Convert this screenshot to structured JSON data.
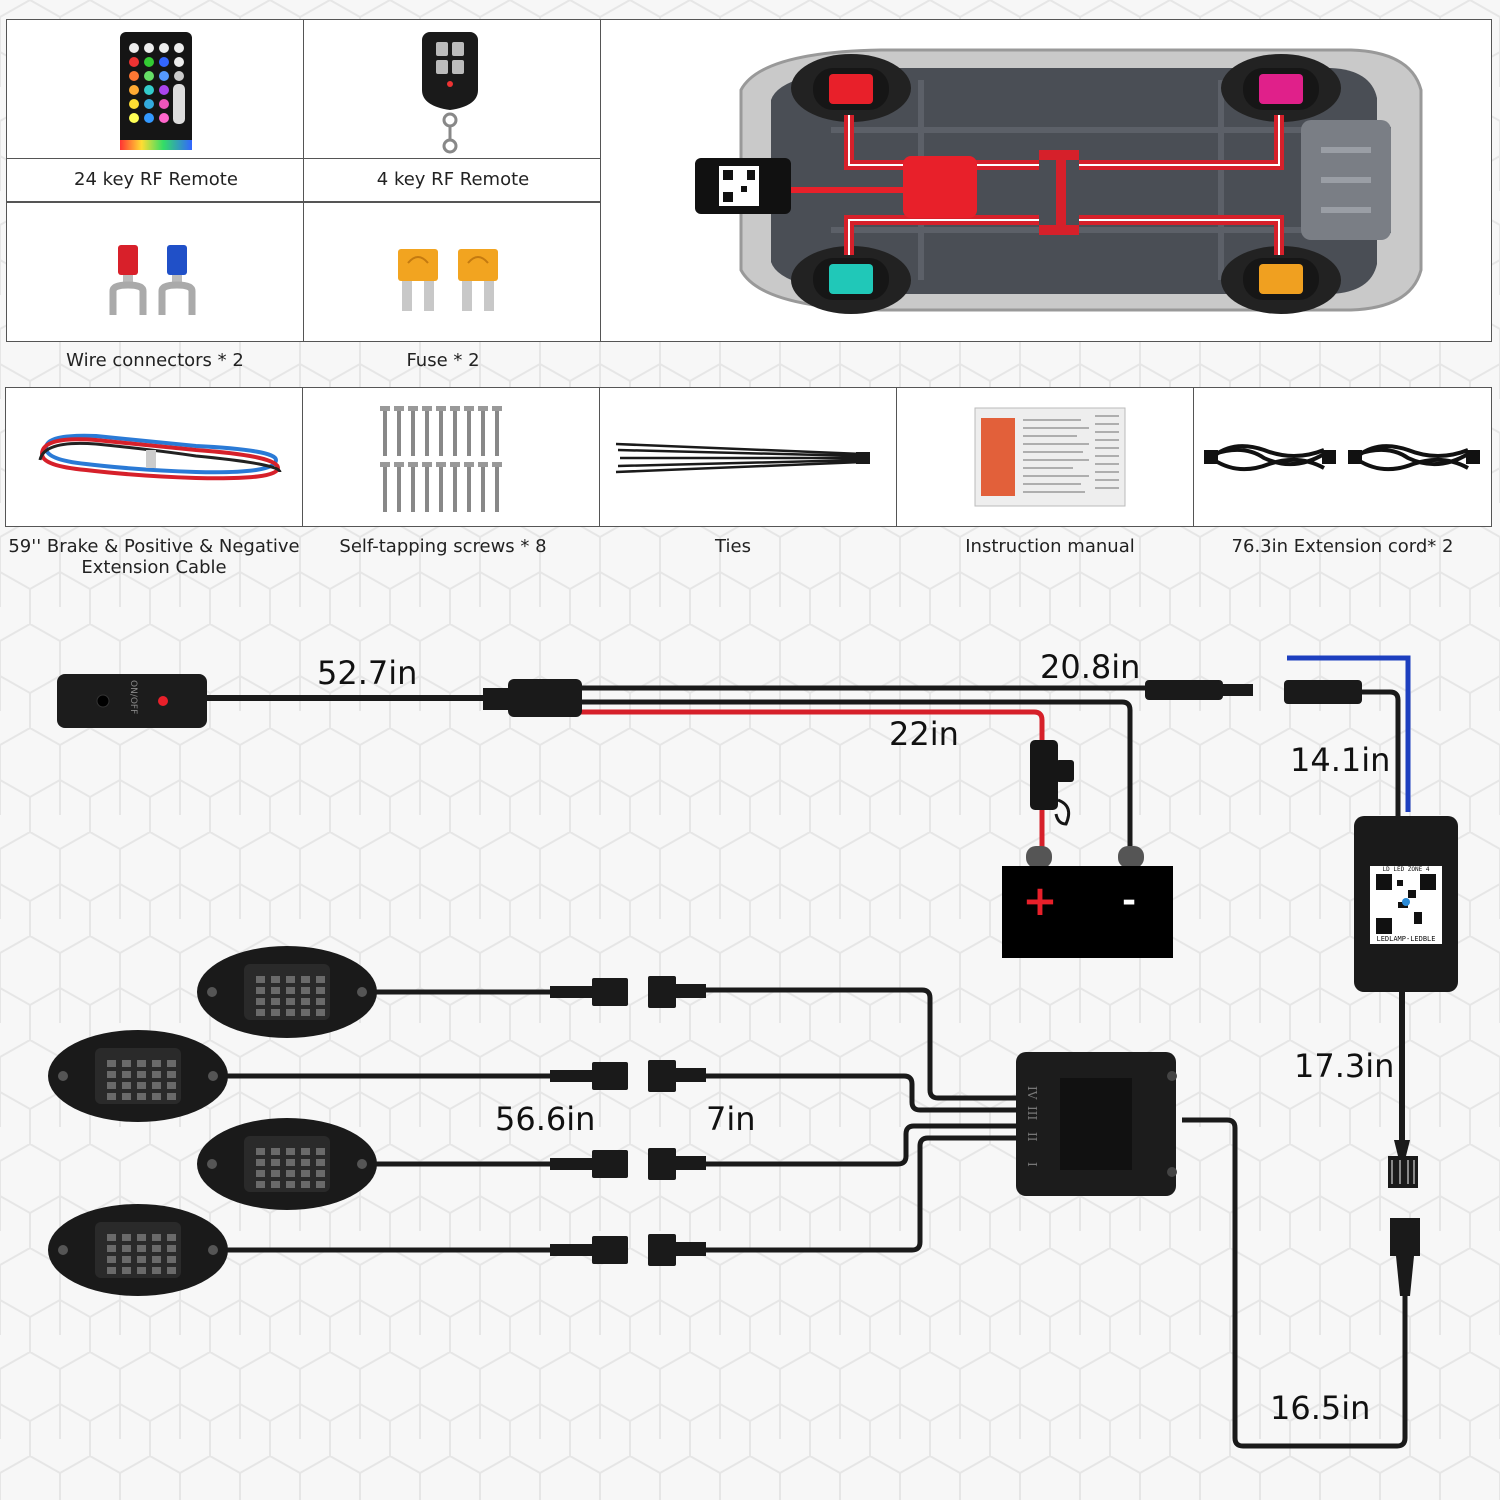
{
  "kit": {
    "remote24_label": "24 key RF Remote",
    "remote4_label": "4 key RF Remote",
    "connectors_label": "Wire connectors * 2",
    "fuse_label": "Fuse * 2",
    "cable_label_line1": "59'' Brake & Positive & Negative",
    "cable_label_line2": "Extension Cable",
    "screws_label": "Self-tapping screws * 8",
    "ties_label": "Ties",
    "manual_label": "Instruction manual",
    "extension_label": "76.3in Extension cord* 2"
  },
  "controller": {
    "switch_text": "ON/OFF",
    "qr_header": "LD LED ZONE 4",
    "qr_footer": "LEDLAMP-LEDBLE",
    "zone_marks": [
      "IV",
      "III",
      "II",
      "I"
    ]
  },
  "battery": {
    "plus": "+",
    "minus": "-"
  },
  "dimensions": {
    "switch_cable": "52.7in",
    "power_lead": "20.8in",
    "fuse_lead": "22in",
    "controller_lead": "14.1in",
    "pod_cable": "56.6in",
    "pod_extension": "7in",
    "controller_out": "17.3in",
    "hub_lead": "16.5in"
  },
  "pod_colors": {
    "front_left": "#e8202a",
    "front_right": "#e0208a",
    "rear_left": "#20c8b8",
    "rear_right": "#f0a020"
  }
}
